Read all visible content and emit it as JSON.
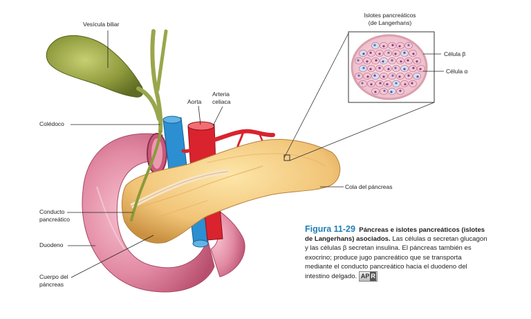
{
  "labels": {
    "gallbladder": "Vesícula biliar",
    "islets_title_1": "Islotes pancreáticos",
    "islets_title_2": "(de Langerhans)",
    "beta_cell": "Célula β",
    "alpha_cell": "Célula α",
    "aorta": "Aorta",
    "celiac_1": "Arteria",
    "celiac_2": "celiaca",
    "common_bile_duct": "Colédoco",
    "tail": "Cola del páncreas",
    "duct_1": "Conducto",
    "duct_2": "pancreático",
    "duodenum": "Duodeno",
    "body_1": "Cuerpo del",
    "body_2": "páncreas"
  },
  "caption": {
    "figure": "Figura 11-29",
    "title": "Páncreas e islotes pancreáticos (islotes de Langerhans) asociados.",
    "body": "Las células α secretan glucagon y las células β secretan insulina. El páncreas también es exocrino; produce jugo pancreático que se transporta mediante el conducto pancreático hacia el duodeno del intestino delgado.",
    "badge_a": "AP",
    "badge_b": "R"
  },
  "colors": {
    "gallbladder": "#8a9a3a",
    "pancreas": "#f0c77a",
    "duodenum": "#d9708f",
    "artery": "#d9232e",
    "vein": "#2b8fd1",
    "figure_label": "#1f7fb4"
  }
}
